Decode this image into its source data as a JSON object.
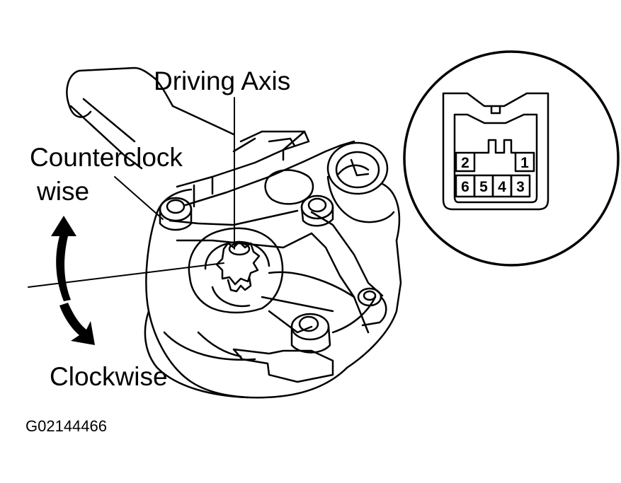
{
  "labels": {
    "driving_axis": "Driving Axis",
    "counterclockwise_line1": "Counterclock",
    "counterclockwise_line2": "wise",
    "clockwise": "Clockwise",
    "figure_code": "G02144466"
  },
  "connector": {
    "pins": [
      "1",
      "2",
      "3",
      "4",
      "5",
      "6"
    ]
  },
  "colors": {
    "ink": "#000000",
    "paper": "#ffffff"
  }
}
